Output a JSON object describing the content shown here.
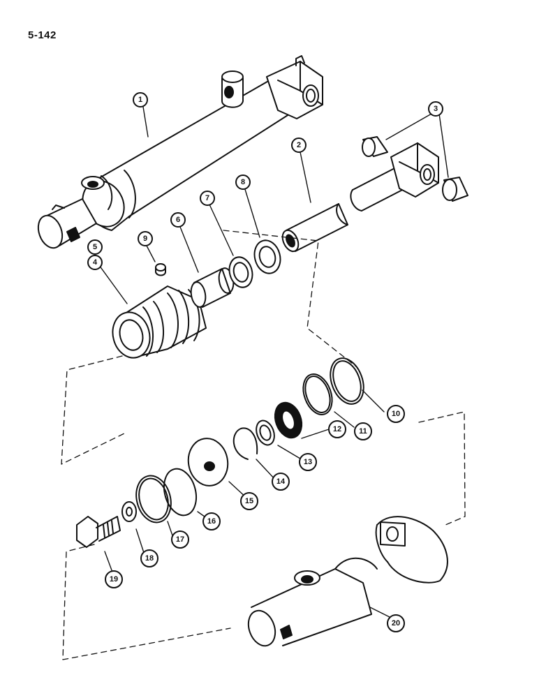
{
  "page": {
    "number": "5-142"
  },
  "callouts": [
    "1",
    "2",
    "3",
    "4",
    "5",
    "6",
    "7",
    "8",
    "9",
    "10",
    "11",
    "12",
    "13",
    "14",
    "15",
    "16",
    "17",
    "18",
    "19",
    "20"
  ]
}
